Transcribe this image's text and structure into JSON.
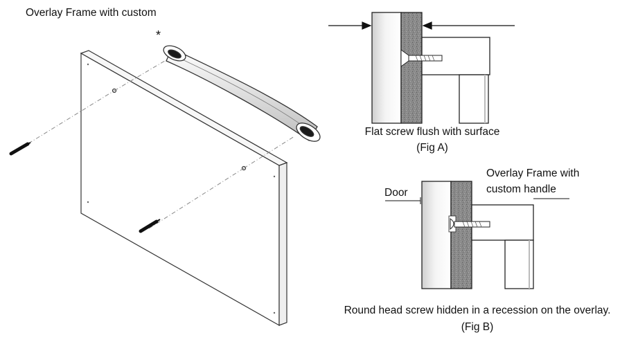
{
  "diagram": {
    "title": "Overlay Frame with custom",
    "asterisk": "*",
    "fig_a": {
      "caption_line1": "Flat screw flush with surface",
      "caption_line2": "(Fig A)"
    },
    "fig_b": {
      "door_label": "Door",
      "overlay_label_line1": "Overlay Frame with",
      "overlay_label_line2": "custom handle",
      "caption_line1": "Round head screw hidden in a recession on the overlay.",
      "caption_line2": "(Fig B)"
    }
  },
  "colors": {
    "stroke": "#222222",
    "panel_shade": "#d6d6d6",
    "overlay_texture": "#7a7a7a",
    "dash": "#888888"
  }
}
